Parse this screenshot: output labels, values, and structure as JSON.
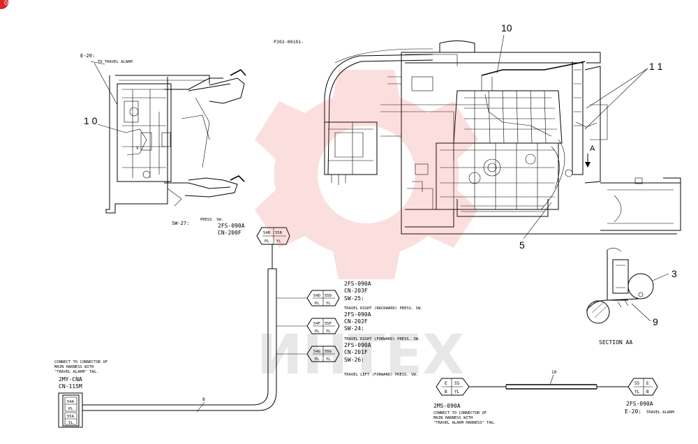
{
  "drawing": {
    "page_marker": "0",
    "ref_code": "PJ02-00101-",
    "section_label": "SECTION AA",
    "arrow_label": "A"
  },
  "callouts": {
    "c10_top": "10",
    "c11": "1 1",
    "c10_left": "1 0",
    "c5": "5",
    "c3": "3",
    "c9": "9",
    "c8": "8",
    "c10_harness": "10"
  },
  "labels": {
    "e20_title": "E-20:",
    "e20_sub": "TO TRAVEL ALARM",
    "sw27": "SW-27:",
    "sw27_desc": "PRESS. SW.",
    "sw27_part": "2FS-090A",
    "sw27_cn": "CN-200F",
    "sw25_part": "2FS-090A",
    "sw25_cn": "CN-203F",
    "sw25": "SW-25:",
    "sw25_desc": "TRAVEL RIGHT (BACKWARD) PRESS. SW.",
    "sw24_part": "2FS-090A",
    "sw24_cn": "CN-202F",
    "sw24": "SW-24:",
    "sw24_desc": "TRAVEL RIGHT (FORWARD) PRESS. SW.",
    "sw26_part": "2FS-090A",
    "sw26_cn": "CN-201F",
    "sw26": "SW-26:",
    "sw26_desc": "TRAVEL LEFT (FORWARD) PRESS. SW.",
    "main_conn_1": "CONNECT TO CONNECTOR OF",
    "main_conn_2": "MAIN HARNESS WITH",
    "main_conn_3": "\"TRAVEL ALARM\" TAG.",
    "main_conn_part": "2MY-CNA",
    "main_conn_cn": "CN-115M",
    "ms_part": "2MS-090A",
    "ms_conn_1": "CONNECT TO CONNECTOR OF",
    "ms_conn_2": "MAIN HARNESS WITH",
    "ms_conn_3": "\"TRAVEL ALARM HARNESS\" TAG.",
    "fs_part": "2FS-090A",
    "fs_e20": "E-20:",
    "fs_e20_desc": "TRAVEL ALARM"
  },
  "connectors": {
    "sw27": [
      "54B",
      "55B",
      "PL",
      "YL"
    ],
    "sw25": [
      "54D",
      "55D",
      "PL",
      "YL"
    ],
    "sw24": [
      "54F",
      "55F",
      "PL",
      "YL"
    ],
    "sw26": [
      "54G",
      "55G",
      "PL",
      "YL"
    ],
    "main": [
      "54A",
      "PL",
      "55A",
      "YL"
    ],
    "ms_left": [
      "E",
      "55",
      "B",
      "YL"
    ],
    "fs_right": [
      "55",
      "E",
      "YL",
      "B"
    ]
  },
  "watermark": {
    "text": "ИНТЕХ"
  }
}
